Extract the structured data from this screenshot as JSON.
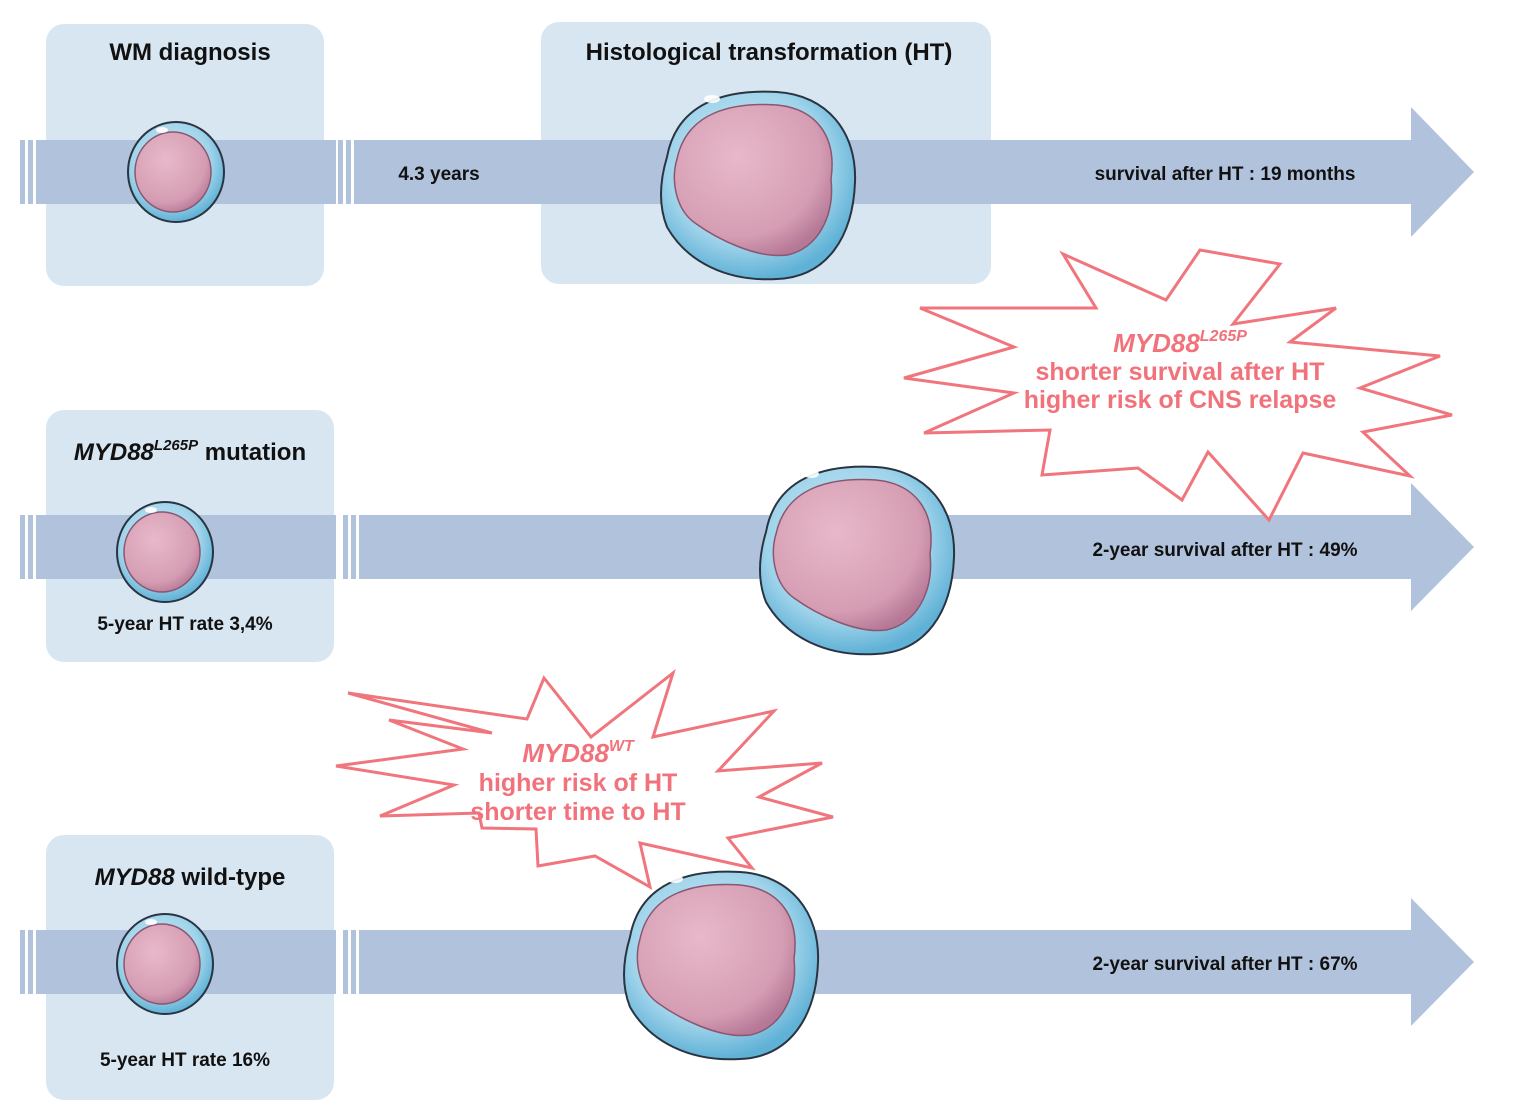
{
  "colors": {
    "panel": "#d8e6f2",
    "arrow": "#b4c5de",
    "arrow_band": "#a9bddb",
    "label": "#111111",
    "burst_stroke": "#f0757c",
    "burst_text": "#f2727b",
    "cell_outer": "#8ccbe6",
    "cell_inner": "#d8a2b6",
    "cell_edge": "#2a3440"
  },
  "rows": [
    {
      "diagnosis_title": "WM diagnosis",
      "transformation_title": "Histological transformation (HT)",
      "interval_label": "4.3 years",
      "survival_label": "survival after HT : 19 months"
    },
    {
      "diagnosis_title_gene": "MYD88",
      "diagnosis_title_sup": "L265P",
      "diagnosis_title_rest": " mutation",
      "ht_rate_label": "5-year HT rate 3,4%",
      "survival_label": "2-year survival after HT : 49%"
    },
    {
      "diagnosis_title_gene": "MYD88",
      "diagnosis_title_rest": " wild-type",
      "ht_rate_label": "5-year HT rate 16%",
      "survival_label": "2-year survival after HT : 67%"
    }
  ],
  "bursts": [
    {
      "gene": "MYD88",
      "sup": "L265P",
      "lines": [
        "shorter survival after HT",
        "higher risk of CNS relapse"
      ]
    },
    {
      "gene": "MYD88",
      "sup": "WT",
      "lines": [
        "higher risk of HT",
        "shorter time to HT"
      ]
    }
  ],
  "icons": [
    "small-cell-icon",
    "large-cell-icon",
    "starburst-callout"
  ]
}
